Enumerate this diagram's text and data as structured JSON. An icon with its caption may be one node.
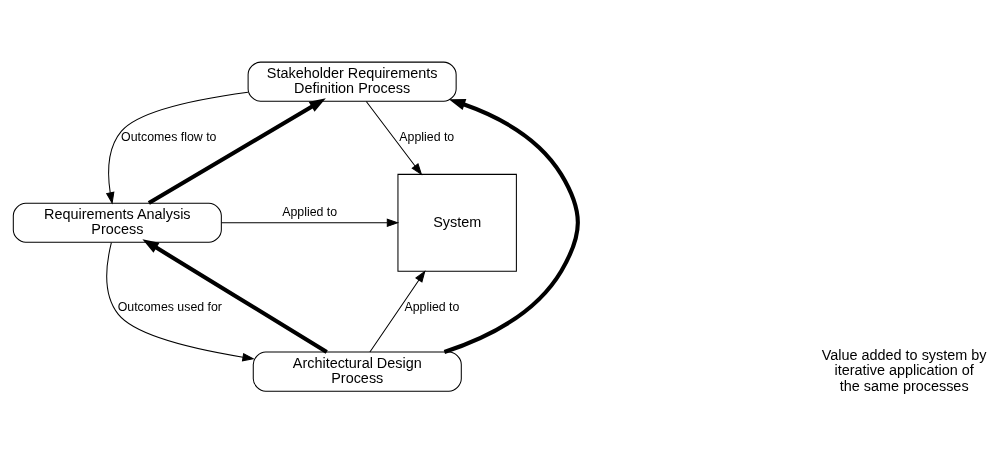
{
  "diagram": {
    "nodes": [
      {
        "text": [
          "Stakeholder Requirements Definition Process"
        ]
      },
      {
        "text": [
          "Requirements Analysis Process"
        ]
      },
      {
        "text": [
          "Architectural Design Process"
        ]
      },
      {
        "text": [
          "System"
        ]
      }
    ],
    "edges": [
      {
        "from": 0,
        "to": 1,
        "arrow": "to",
        "label": "Outcomes flow to"
      },
      {
        "from": 1,
        "to": 2,
        "arrow": "to",
        "label": "Outcomes used for"
      },
      {
        "from": 0,
        "to": 3,
        "arrow": "to",
        "label": "Applied to"
      },
      {
        "from": 1,
        "to": 3,
        "arrow": "to",
        "label": "Applied to"
      },
      {
        "from": 2,
        "to": 3,
        "arrow": "to",
        "label": "Applied to"
      },
      {
        "from": 1,
        "to": 0,
        "arrow": "to",
        "style": "thick"
      },
      {
        "from": 2,
        "to": 1,
        "arrow": "to",
        "style": "thick"
      },
      {
        "from": 2,
        "to": 0,
        "arrow": "to",
        "style": "thick"
      }
    ],
    "labels": [
      "Value added to system by iterative application of the same processes"
    ]
  }
}
